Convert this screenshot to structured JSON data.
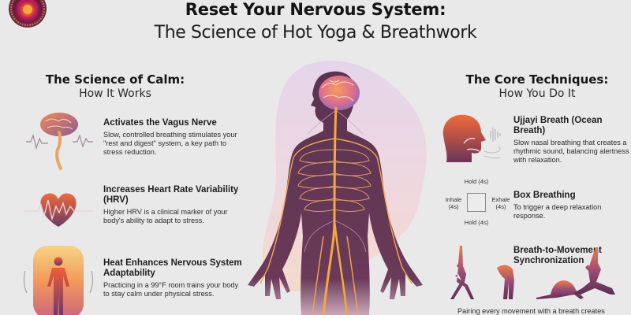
{
  "header": {
    "title": "Reset Your Nervous System:",
    "subtitle": "The Science of Hot Yoga & Breathwork",
    "logo_icon": "mandala-logo-icon"
  },
  "left_section": {
    "title": "The Science of Calm:",
    "subtitle": "How It Works",
    "items": [
      {
        "icon": "brain-vagus-nerve-icon",
        "heading": "Activates the Vagus Nerve",
        "text": "Slow, controlled breathing stimulates your \"rest and digest\" system, a key path to stress reduction."
      },
      {
        "icon": "heart-rate-icon",
        "heading": "Increases Heart Rate Variability (HRV)",
        "text": "Higher HRV is a clinical marker of your body's ability to adapt to stress."
      },
      {
        "icon": "heated-body-icon",
        "heading": "Heat Enhances Nervous System Adaptability",
        "text": "Practicing in a 99°F room trains your body to stay calm under physical stress."
      }
    ]
  },
  "center": {
    "illustration": "human-nervous-system-illustration"
  },
  "right_section": {
    "title": "The Core Techniques:",
    "subtitle": "How You Do It",
    "items": [
      {
        "icon": "ujjayi-breath-head-icon",
        "heading": "Ujjayi Breath (Ocean Breath)",
        "text": "Slow nasal breathing that creates a rhythmic sound, balancing alertness with relaxation."
      },
      {
        "icon": "box-breathing-diagram",
        "heading": "Box Breathing",
        "text": "To trigger a deep relaxation response.",
        "box": {
          "top": "Hold (4s)",
          "bottom": "Hold (4s)",
          "left_1": "Inhale",
          "left_2": "(4s)",
          "right_1": "Exhale",
          "right_2": "(4s)"
        }
      },
      {
        "icon": "yoga-poses-icon",
        "heading": "Breath-to-Movement Synchronization",
        "text": "Pairing every movement with a breath creates"
      }
    ]
  },
  "colors": {
    "background": "#e9e9ea",
    "body_purple": "#5e3550",
    "nerve_orange": "#f4a640",
    "accent_red": "#e5543a",
    "blob_lilac": "#e4d3e6"
  }
}
